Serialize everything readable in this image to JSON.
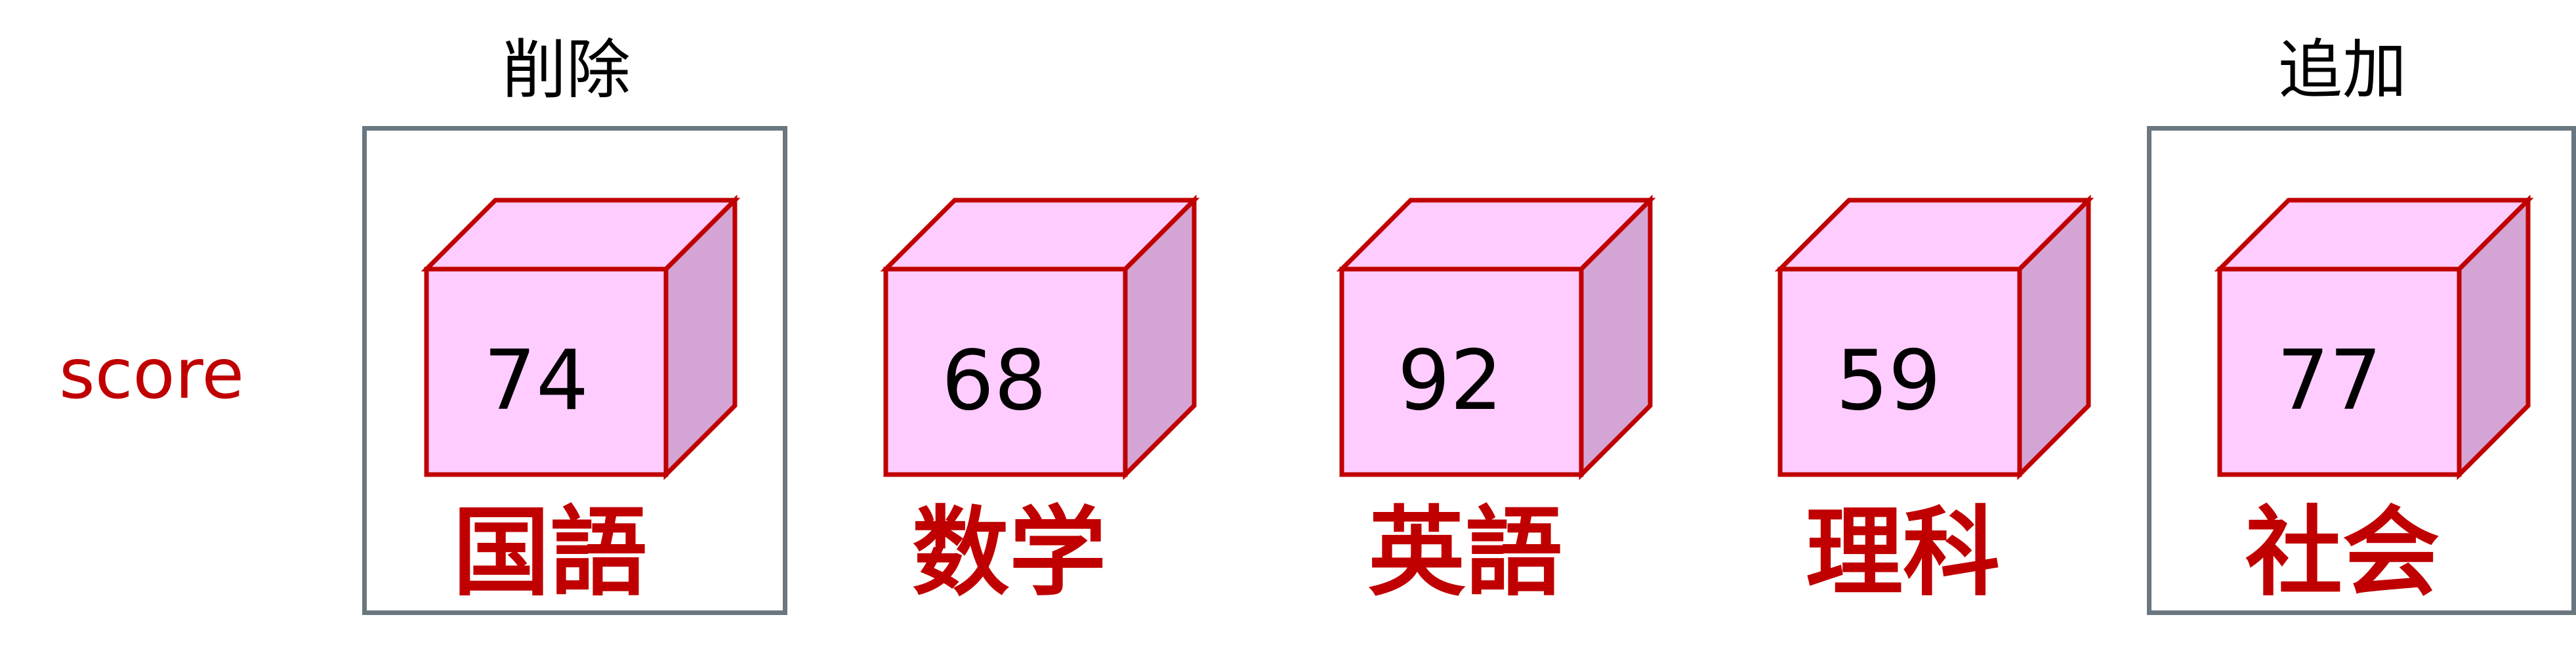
{
  "variable_name": "score",
  "operations": {
    "delete_label": "削除",
    "add_label": "追加"
  },
  "items": [
    {
      "key": "国語",
      "value": "74"
    },
    {
      "key": "数学",
      "value": "68"
    },
    {
      "key": "英語",
      "value": "92"
    },
    {
      "key": "理科",
      "value": "59"
    },
    {
      "key": "社会",
      "value": "77"
    }
  ],
  "colors": {
    "box_front": "#ffccff",
    "box_side": "#d4a5d4",
    "box_stroke": "#c00000",
    "key_text": "#c00000",
    "frame": "#6b7780"
  }
}
